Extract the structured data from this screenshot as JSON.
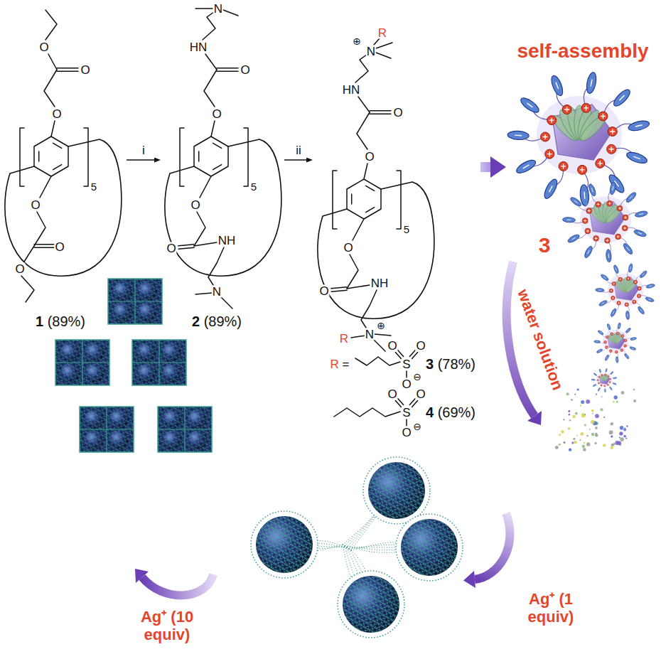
{
  "diagram": {
    "nodes": [
      {
        "text": [
          "1 (89%)"
        ]
      },
      {
        "text": [
          "2 (89%)"
        ]
      },
      {
        "text": [
          "3 (78%)",
          "4 (69%)"
        ]
      },
      {
        "text": [
          "self-assembly",
          "3"
        ]
      }
    ],
    "edges": [
      {
        "from": 0,
        "to": 1,
        "arrow": "to",
        "label": "i"
      },
      {
        "from": 1,
        "to": 2,
        "arrow": "to",
        "label": "ii"
      },
      {
        "from": 2,
        "to": 3,
        "arrow": "to"
      }
    ],
    "labels": [
      "O",
      "O",
      "O",
      "5",
      "O",
      "O",
      "O",
      "N",
      "HN",
      "O",
      "O",
      "5",
      "O",
      "O",
      "NH",
      "N",
      "R",
      "⊕",
      "N",
      "HN",
      "O",
      "O",
      "5",
      "O",
      "O",
      "NH",
      "R",
      "N",
      "⊕",
      "R =",
      "O",
      "O",
      "S",
      "O",
      "⊖",
      "O",
      "O",
      "S",
      "O",
      "⊖",
      "water solution",
      "Ag⁺ (1 equiv)",
      "Ag⁺ (10 equiv)"
    ]
  }
}
